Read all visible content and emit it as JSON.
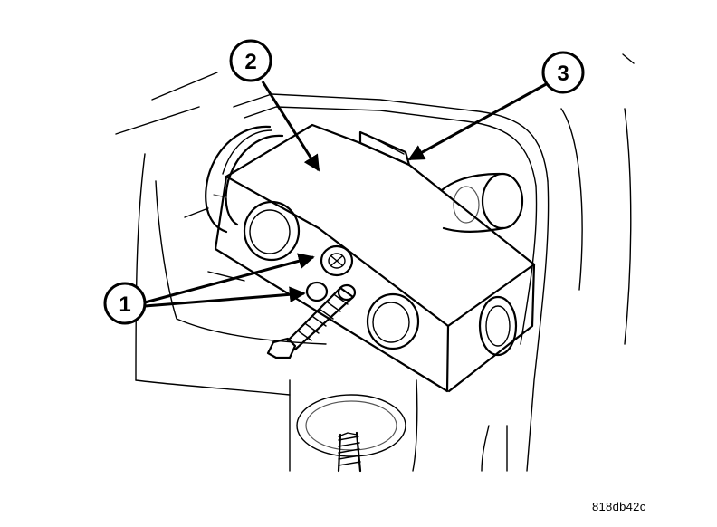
{
  "callouts": [
    {
      "number": "1",
      "part": "bolts"
    },
    {
      "number": "2",
      "part": "expansion-valve"
    },
    {
      "number": "3",
      "part": "gasket"
    }
  ],
  "figure_id": "818db42c"
}
